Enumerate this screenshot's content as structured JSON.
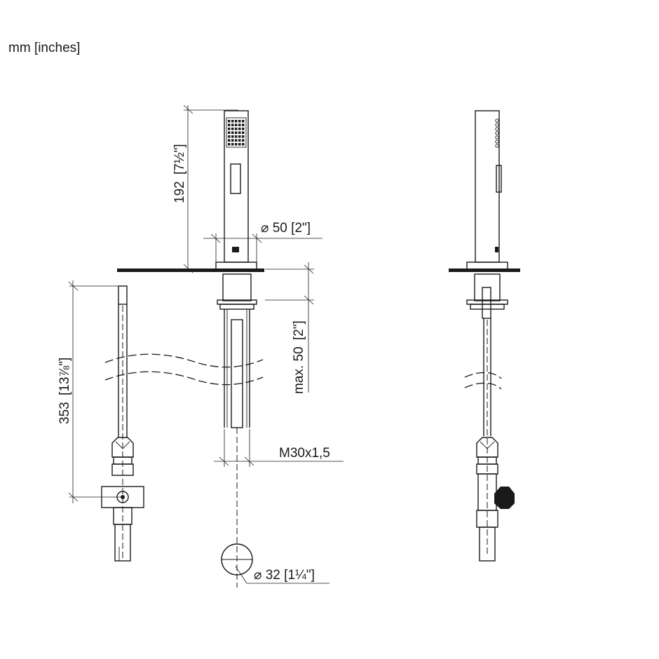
{
  "units_label": "mm [inches]",
  "dimensions": {
    "height": "192",
    "height_in": "7½\"",
    "diameter": "50",
    "diameter_in": "2\"",
    "max_thickness": "max. 50",
    "max_thickness_in": "2\"",
    "length": "353",
    "length_in": "13⅞\"",
    "thread": "M30x1,5",
    "hole": "32",
    "hole_in": "1¼\""
  },
  "symbols": {
    "diameter": "⌀"
  }
}
